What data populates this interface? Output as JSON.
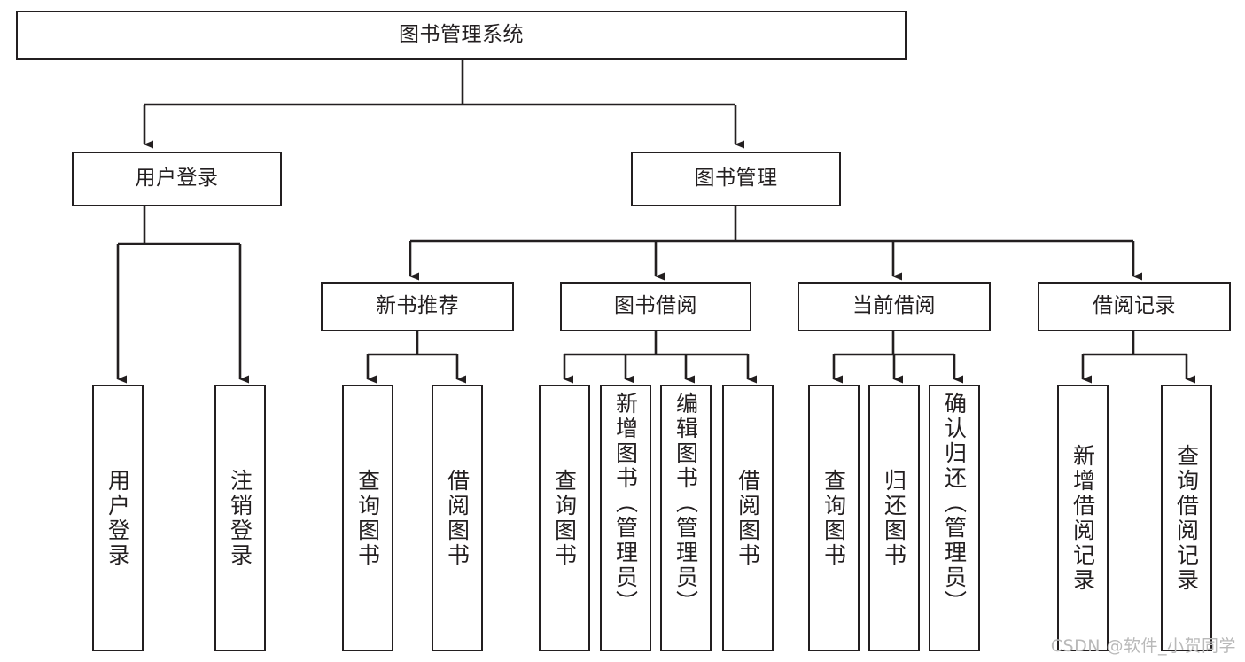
{
  "diagram": {
    "title": "图书管理系统",
    "type": "tree-hierarchy",
    "stroke_color": "#231f20",
    "fill_color": "#ffffff",
    "background_color": "#ffffff"
  },
  "nodes": {
    "root": {
      "label": "图书管理系统"
    },
    "level2": [
      {
        "label": "用户登录"
      },
      {
        "label": "图书管理"
      }
    ],
    "level3": [
      {
        "label": "新书推荐"
      },
      {
        "label": "图书借阅"
      },
      {
        "label": "当前借阅"
      },
      {
        "label": "借阅记录"
      }
    ],
    "leaves_user_login": [
      {
        "label": "用户登录"
      },
      {
        "label": "注销登录"
      }
    ],
    "leaves_new_book": [
      {
        "label": "查询图书"
      },
      {
        "label": "借阅图书"
      }
    ],
    "leaves_borrow": [
      {
        "label": "查询图书"
      },
      {
        "label": "新增图书（管理员）"
      },
      {
        "label": "编辑图书（管理员）"
      },
      {
        "label": "借阅图书"
      }
    ],
    "leaves_current": [
      {
        "label": "查询图书"
      },
      {
        "label": "归还图书"
      },
      {
        "label": "确认归还（管理员）"
      }
    ],
    "leaves_records": [
      {
        "label": "新增借阅记录"
      },
      {
        "label": "查询借阅记录"
      }
    ]
  },
  "watermark": {
    "text": "CSDN @软件_小贺同学"
  }
}
